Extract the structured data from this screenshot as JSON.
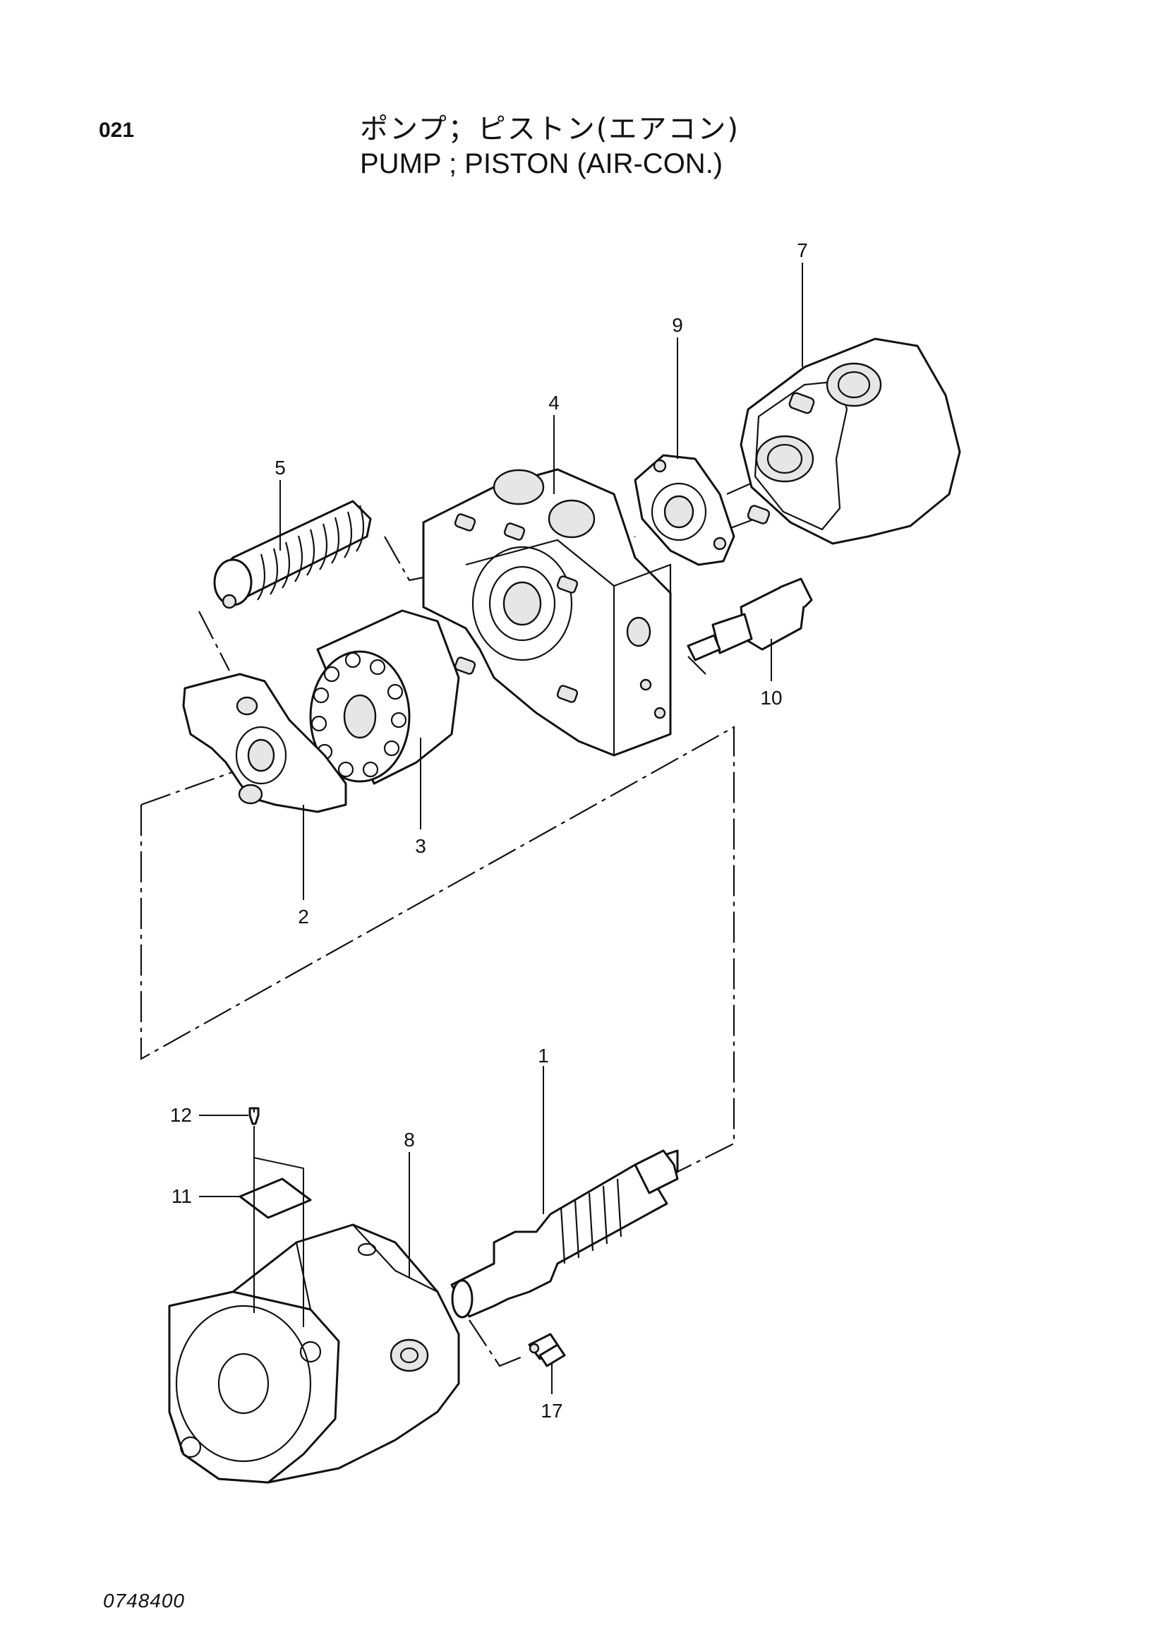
{
  "header": {
    "page_number": "021",
    "title_jp": "ポンプ；ピストン(エアコン)",
    "title_en": "PUMP ; PISTON (AIR-CON.)"
  },
  "callouts": [
    {
      "id": "1",
      "label": "1"
    },
    {
      "id": "2",
      "label": "2"
    },
    {
      "id": "3",
      "label": "3"
    },
    {
      "id": "4",
      "label": "4"
    },
    {
      "id": "5",
      "label": "5"
    },
    {
      "id": "7",
      "label": "7"
    },
    {
      "id": "8",
      "label": "8"
    },
    {
      "id": "9",
      "label": "9"
    },
    {
      "id": "10",
      "label": "10"
    },
    {
      "id": "11",
      "label": "11"
    },
    {
      "id": "12",
      "label": "12"
    },
    {
      "id": "17",
      "label": "17"
    }
  ],
  "footer": {
    "drawing_number": "0748400"
  }
}
